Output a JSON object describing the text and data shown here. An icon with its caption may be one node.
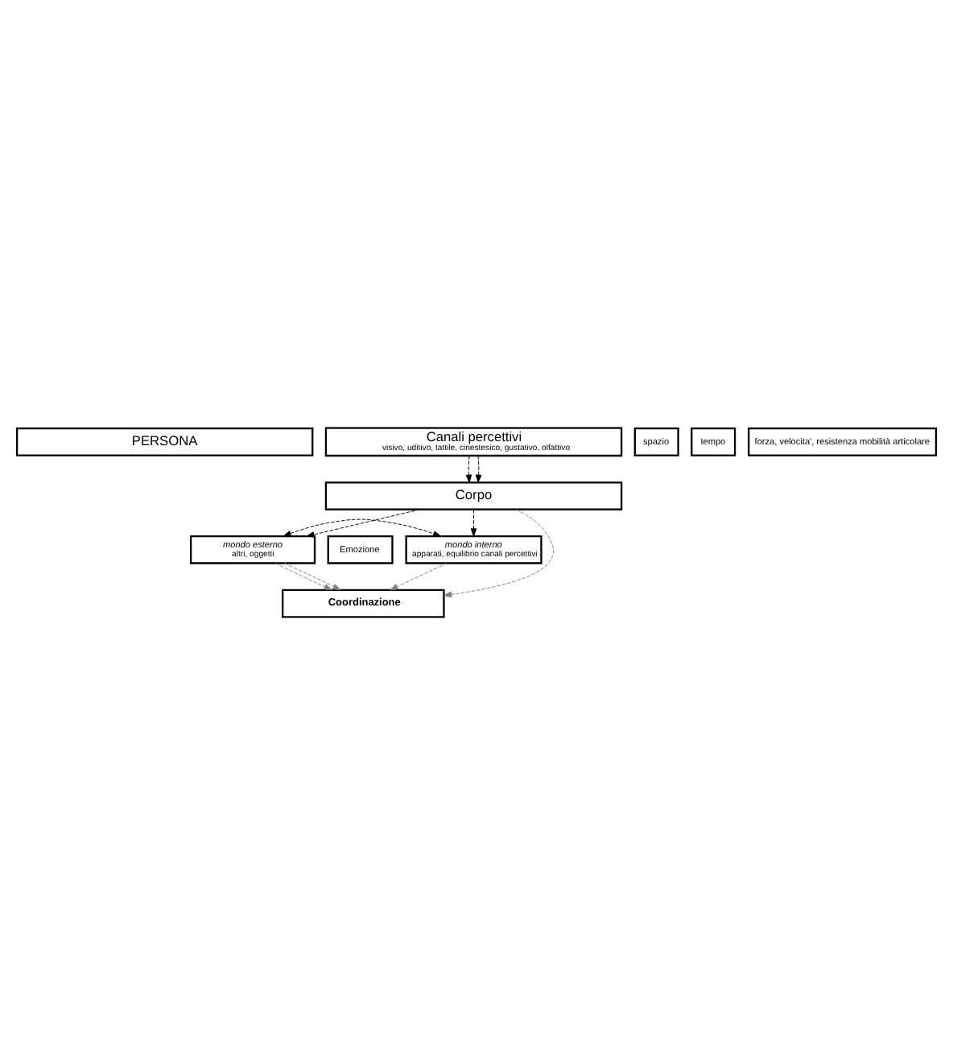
{
  "diagram": {
    "nodes": [
      {
        "text": [
          "PERSONA"
        ]
      },
      {
        "text": [
          "Canali percettivi",
          "visivo, uditivo, tattile, cinestesico, gustativo, olfattivo"
        ]
      },
      {
        "text": [
          "Corpo"
        ]
      },
      {
        "text": [
          "mondo esterno",
          "altri, oggetti"
        ]
      },
      {
        "text": [
          "Emozione"
        ]
      },
      {
        "text": [
          "mondo interno",
          "apparati, equilibrio canali percettivi"
        ]
      },
      {
        "text": [
          "spazio"
        ]
      },
      {
        "text": [
          "tempo"
        ]
      },
      {
        "text": [
          "forza, velocita', resistenza mobilità articolare"
        ]
      },
      {
        "text": [
          "Coordinazione"
        ]
      }
    ],
    "edges": [
      {
        "from": 1,
        "to": 2,
        "arrow": "to",
        "style": "dashed"
      },
      {
        "from": 1,
        "to": 2,
        "arrow": "to",
        "style": "dashed"
      },
      {
        "from": 2,
        "to": 3,
        "arrow": "to",
        "style": "dashed"
      },
      {
        "from": 2,
        "to": 5,
        "arrow": "to",
        "style": "dashed"
      },
      {
        "from": 3,
        "to": 5,
        "arrow": "both",
        "style": "dashed"
      },
      {
        "from": 3,
        "to": 9,
        "arrow": "to",
        "style": "dashed",
        "color": "#808080"
      },
      {
        "from": 3,
        "to": 9,
        "arrow": "to",
        "style": "dashed",
        "color": "#808080"
      },
      {
        "from": 2,
        "to": 9,
        "arrow": "to",
        "style": "dashed",
        "color": "#808080"
      },
      {
        "from": 5,
        "to": 9,
        "arrow": "to",
        "style": "dashed",
        "color": "#808080"
      }
    ]
  }
}
